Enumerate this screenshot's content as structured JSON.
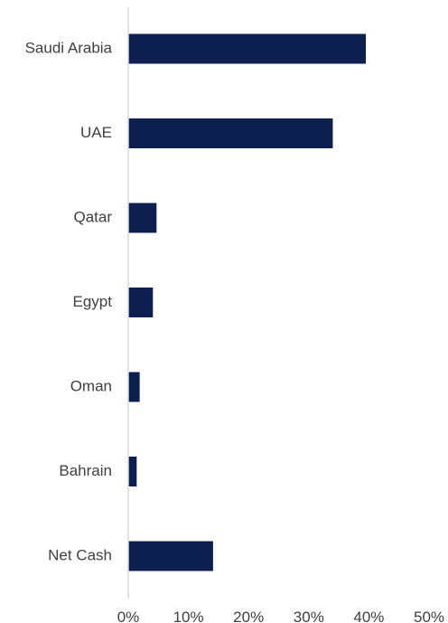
{
  "chart_data": {
    "type": "bar",
    "orientation": "horizontal",
    "categories": [
      "Saudi Arabia",
      "UAE",
      "Qatar",
      "Egypt",
      "Oman",
      "Bahrain",
      "Net Cash"
    ],
    "values": [
      39.5,
      34.0,
      4.7,
      4.1,
      1.9,
      1.4,
      14.1
    ],
    "xlim": [
      0,
      50
    ],
    "xticks": [
      0,
      10,
      20,
      30,
      40,
      50
    ],
    "xtick_labels": [
      "0%",
      "10%",
      "20%",
      "30%",
      "40%",
      "50%"
    ],
    "grid": false,
    "legend": "none",
    "bar_color": "#0c1f4e",
    "axis_color": "#d9d9d9",
    "text_color": "#404040"
  }
}
